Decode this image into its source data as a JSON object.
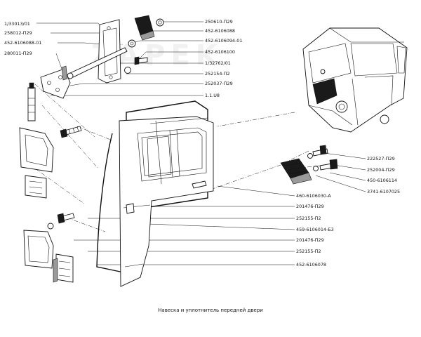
{
  "caption": "Навеска и уплотнитель передней двери",
  "watermark": "ZAPEK",
  "labels_left": [
    "1/33013/01",
    "258012-П29",
    "452-6106088-01",
    "280011-П29"
  ],
  "labels_right": [
    "250610-П29",
    "452-6106088",
    "452-6106094-01",
    "452-6106100",
    "1/32762/01",
    "252154-П2",
    "252037-П29",
    "1.1.U8",
    "222527-П29",
    "252004-П29",
    "450-6106114",
    "3741-6107025",
    "460-6106030-А",
    "201476-П29",
    "252155-П2",
    "459-6106014-Б3",
    "201476-П29",
    "252155-П2",
    "452-6106078"
  ]
}
